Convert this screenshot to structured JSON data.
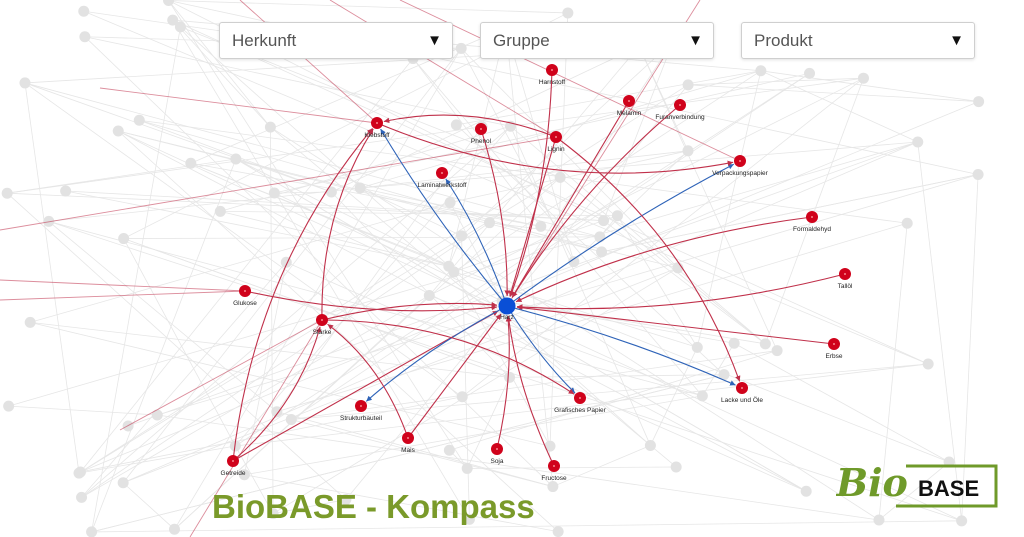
{
  "filters": {
    "origin": {
      "label": "Herkunft",
      "arrow": "▼"
    },
    "group": {
      "label": "Gruppe",
      "arrow": "▼"
    },
    "product": {
      "label": "Produkt",
      "arrow": "▼"
    }
  },
  "title": "BioBASE - Kompass",
  "logo": {
    "text_bio": "Bio",
    "text_base": "BASE"
  },
  "colors": {
    "accent_green": "#7a9a2a",
    "node_red": "#d0021b",
    "center_blue": "#0a4fd6",
    "edge_red": "#c0304a",
    "edge_blue": "#2e63b8"
  },
  "graph": {
    "center": "Harz",
    "nodes": [
      "Harnstoff",
      "Melamin",
      "Furanverbindung",
      "Klebstoff",
      "Phenol",
      "Lignin",
      "Verpackungspapier",
      "Laminatwerkstoff",
      "Formaldehyd",
      "Glukose",
      "Tallöl",
      "Harz",
      "Stärke",
      "Erbse",
      "Lacke und Öle",
      "Grafisches Papier",
      "Strukturbauteil",
      "Mais",
      "Soja",
      "Getreide",
      "Fructose"
    ],
    "edges_in": [
      "Harnstoff",
      "Melamin",
      "Furanverbindung",
      "Phenol",
      "Lignin",
      "Formaldehyd",
      "Tallöl",
      "Erbse",
      "Glukose",
      "Stärke",
      "Mais",
      "Soja",
      "Fructose",
      "Getreide"
    ],
    "edges_out": [
      "Klebstoff",
      "Laminatwerkstoff",
      "Verpackungspapier",
      "Grafisches Papier",
      "Lacke und Öle",
      "Strukturbauteil"
    ],
    "edges_other": [
      [
        "Lignin",
        "Lacke und Öle"
      ],
      [
        "Getreide",
        "Stärke"
      ],
      [
        "Stärke",
        "Klebstoff"
      ],
      [
        "Lignin",
        "Klebstoff"
      ],
      [
        "Stärke",
        "Grafisches Papier"
      ],
      [
        "Mais",
        "Stärke"
      ],
      [
        "Getreide",
        "Klebstoff"
      ],
      [
        "Klebstoff",
        "Verpackungspapier"
      ]
    ]
  }
}
